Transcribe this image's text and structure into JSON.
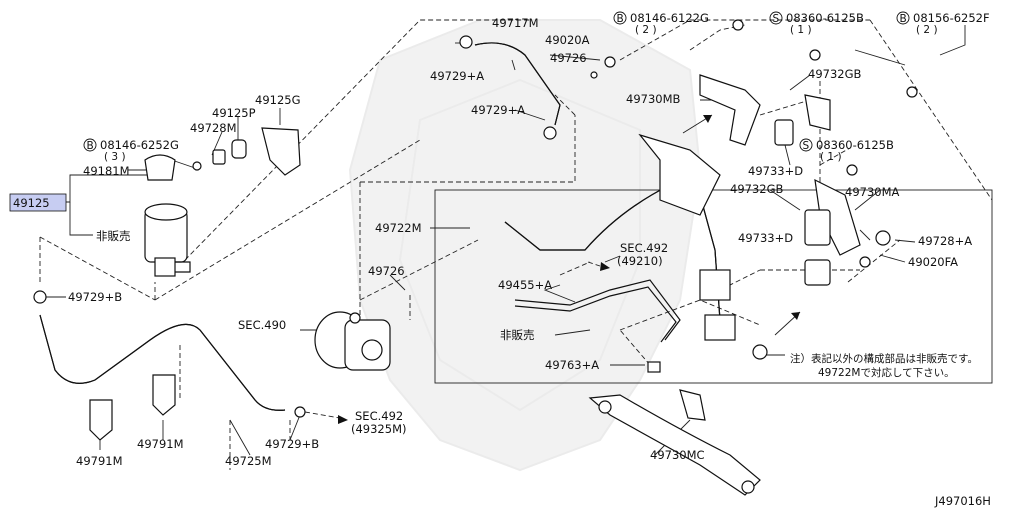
{
  "diagram_id": "J497016H",
  "highlight_color": "#c7cdf2",
  "labels": {
    "p49125": "49125",
    "p49181M": "49181M",
    "hanbaiA": "非販売",
    "b08146_6252G": "08146-6252G",
    "q3": "( 3 )",
    "p49728M_a": "49728M",
    "p49125P": "49125P",
    "p49125G": "49125G",
    "p49729B_top": "49729+B",
    "p49729B_bot": "49729+B",
    "p49791M_a": "49791M",
    "p49791M_b": "49791M",
    "p49725M": "49725M",
    "sec492_a": "SEC.492",
    "sec492_a_sub": "(49325M)",
    "sec490": "SEC.490",
    "p49726_a": "49726",
    "p49726_b": "49726",
    "p49722M": "49722M",
    "p49717M": "49717M",
    "p49729A_1": "49729+A",
    "p49729A_2": "49729+A",
    "p49020A": "49020A",
    "b08146_6122G": "08146-6122G",
    "q2a": "( 2 )",
    "s08360_6125B_a": "08360-6125B",
    "q1a": "( 1 )",
    "b08156_6252F": "08156-6252F",
    "q2b": "( 2 )",
    "p49732GB_a": "49732GB",
    "p49730MB": "49730MB",
    "p49733D_a": "49733+D",
    "s08360_6125B_b": "08360-6125B",
    "q1b": "( 1 )",
    "p49732GB_b": "49732GB",
    "p49730MA": "49730MA",
    "p49733D_b": "49733+D",
    "p49728A": "49728+A",
    "p49020FA": "49020FA",
    "sec492_b": "SEC.492",
    "sec492_b_sub": "(49210)",
    "p49455A": "49455+A",
    "hanbaiB": "非販売",
    "p49763A": "49763+A",
    "note_line1": "注）表記以外の構成部品は非販売です。",
    "note_line2": "49722Mで対応して下さい。",
    "p49730MC": "49730MC",
    "circle_b": "B",
    "circle_s": "S"
  }
}
